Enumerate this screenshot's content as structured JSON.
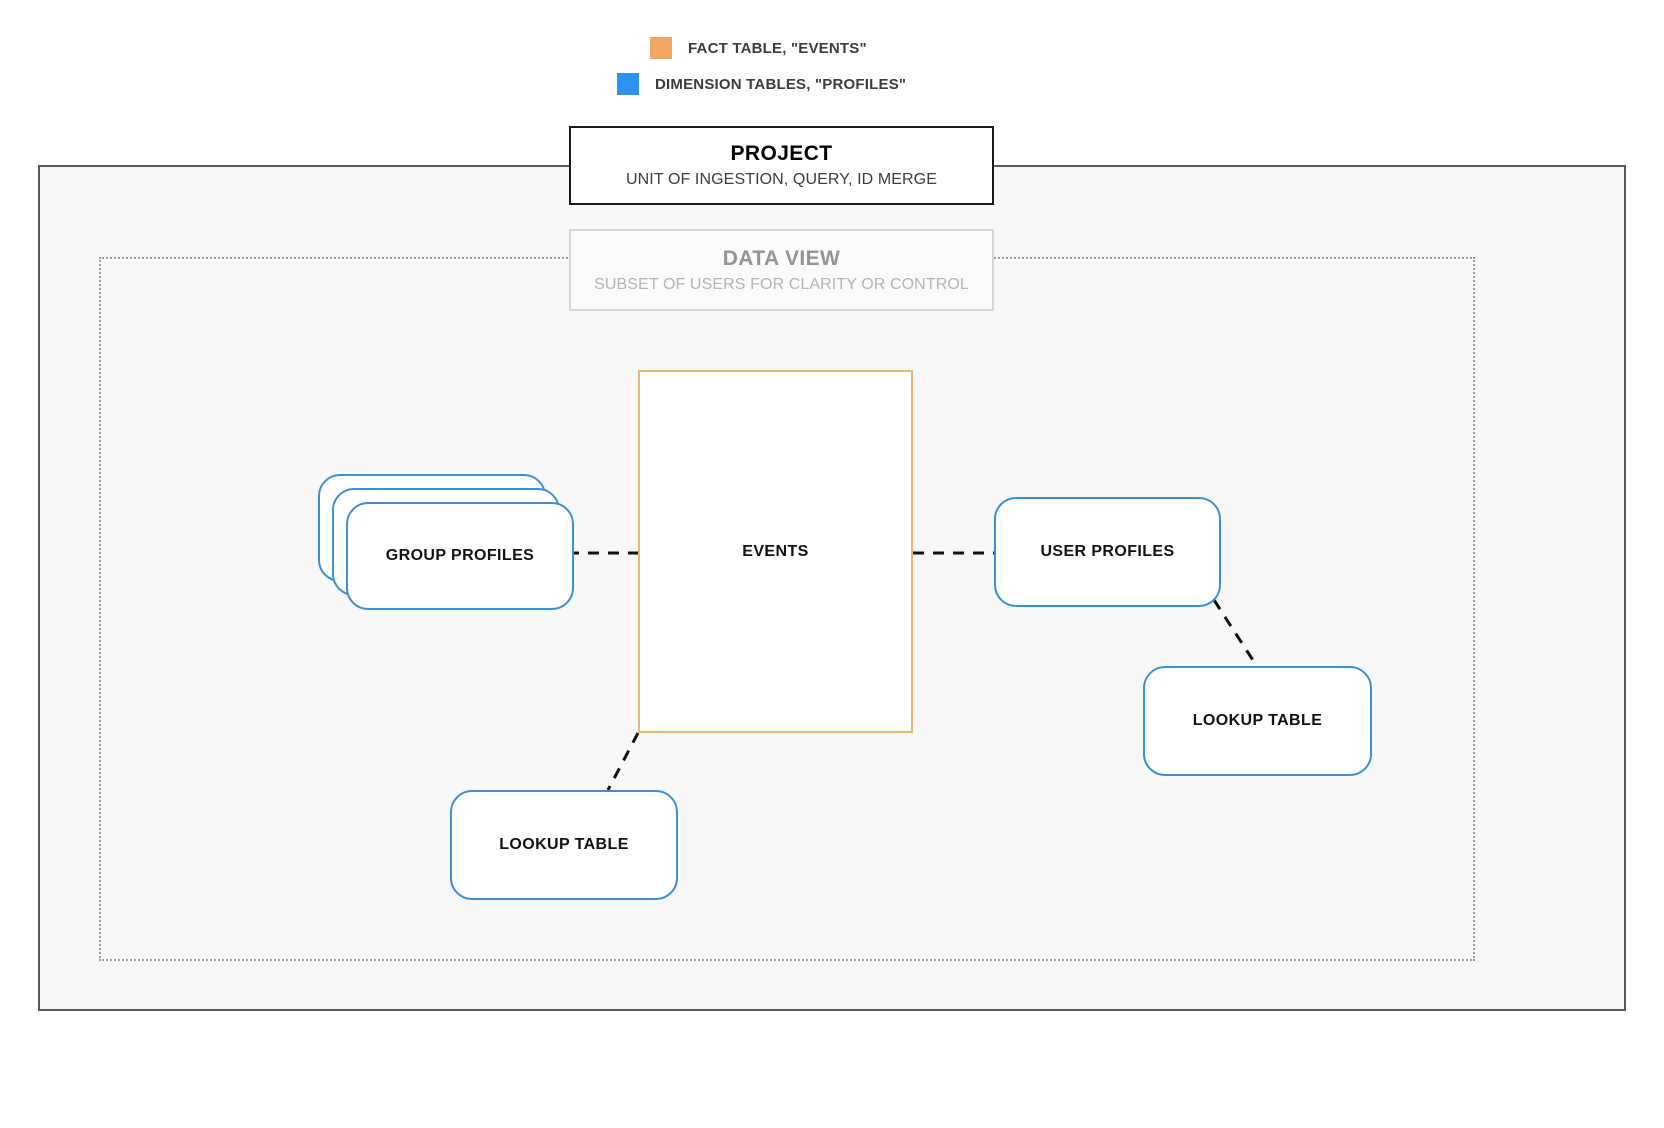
{
  "legend": {
    "items": [
      {
        "label": "FACT TABLE, \"EVENTS\"",
        "color": "#f0a860",
        "swatch_name": "legend-swatch-fact"
      },
      {
        "label": "DIMENSION TABLES, \"PROFILES\"",
        "color": "#2e93ef",
        "swatch_name": "legend-swatch-dimension"
      }
    ]
  },
  "project": {
    "title": "PROJECT",
    "subtitle": "UNIT OF INGESTION, QUERY, ID MERGE"
  },
  "data_view": {
    "title": "DATA VIEW",
    "subtitle": "SUBSET OF USERS FOR CLARITY OR CONTROL"
  },
  "nodes": {
    "events": "EVENTS",
    "group_profiles": "GROUP PROFILES",
    "user_profiles": "USER PROFILES",
    "lookup_table_left": "LOOKUP TABLE",
    "lookup_table_right": "LOOKUP TABLE"
  },
  "colors": {
    "fact_border": "#eab676",
    "dimension_border": "#3b8fd4",
    "project_border": "#5a5a5a",
    "data_view_border": "#9a9a9a",
    "connector": "#111111",
    "canvas": "#f8f8f8"
  }
}
